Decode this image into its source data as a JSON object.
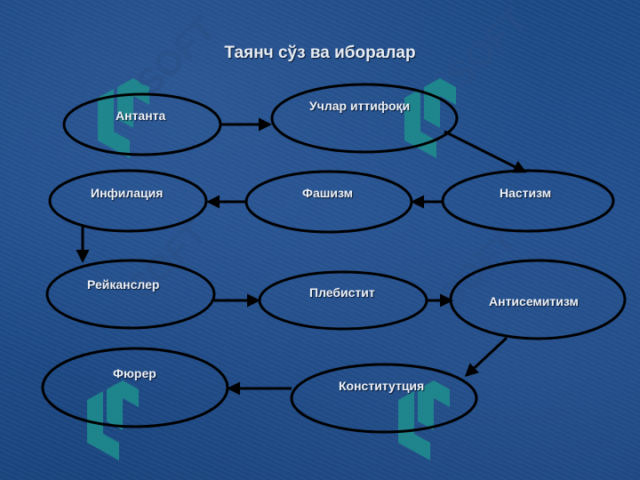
{
  "title": "Таянч сўз ва иборалар",
  "nodes": {
    "antanta": "Антанта",
    "uchlar": "Учлар иттифоқи",
    "infilyatsiya": "Инфилация",
    "fashizm": "Фашизм",
    "nastizm": "Настизм",
    "reykansler": "Рейканслер",
    "plebistit": "Плебистит",
    "antisemitizm": "Антисемитизм",
    "fyurer": "Фюрер",
    "konstitutsiya": "Конститутция"
  },
  "watermark": {
    "text": "SOFT",
    "logo_icon": "bracket-logo",
    "color": "#1f8f8e"
  },
  "colors": {
    "background": "#1f4c89",
    "ellipse_stroke": "#000000",
    "label_text": "#eef2f8"
  }
}
